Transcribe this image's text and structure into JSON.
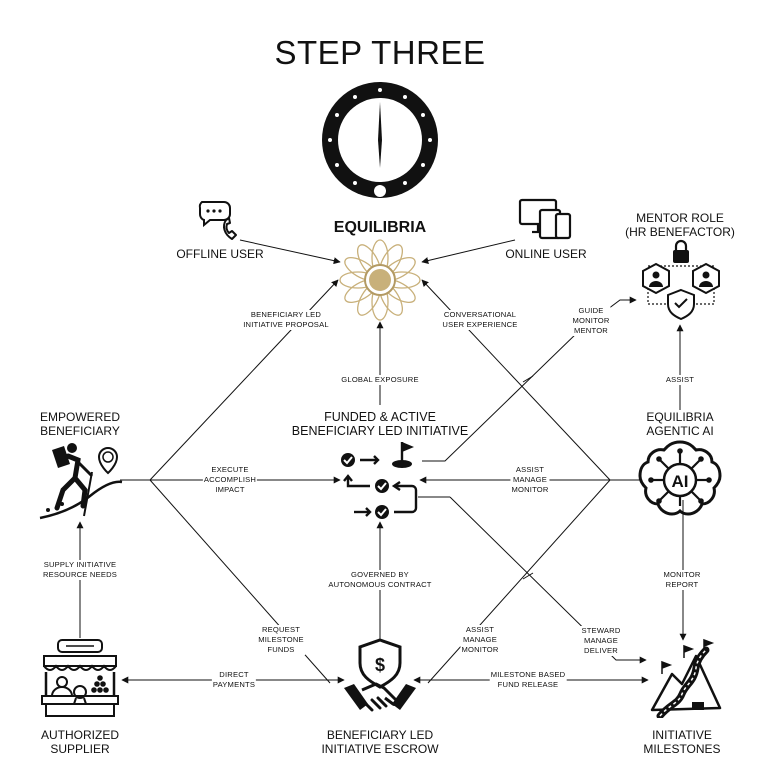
{
  "title": "STEP THREE",
  "nodes": {
    "equilibria": "EQUILIBRIA",
    "offline_user": "OFFLINE USER",
    "online_user": "ONLINE USER",
    "mentor_role": "MENTOR ROLE\n(HR BENEFACTOR)",
    "empowered_beneficiary": "EMPOWERED\nBENEFICIARY",
    "funded_initiative": "FUNDED & ACTIVE\nBENEFICIARY LED INITIATIVE",
    "agentic_ai": "EQUILIBRIA\nAGENTIC AI",
    "authorized_supplier": "AUTHORIZED\nSUPPLIER",
    "escrow": "BENEFICIARY LED\nINITIATIVE ESCROW",
    "milestones": "INITIATIVE\nMILESTONES",
    "ai_badge": "AI"
  },
  "edges": {
    "proposal": "BENEFICIARY LED\nINITIATIVE PROPOSAL",
    "conversational": "CONVERSATIONAL\nUSER EXPERIENCE",
    "guide": "GUIDE\nMONITOR\nMENTOR",
    "global_exposure": "GLOBAL EXPOSURE",
    "assist_mentor": "ASSIST",
    "execute": "EXECUTE\nACCOMPLISH\nIMPACT",
    "assist_manage": "ASSIST\nMANAGE\nMONITOR",
    "supply": "SUPPLY INITIATIVE\nRESOURCE NEEDS",
    "governed": "GOVERNED BY\nAUTONOMOUS CONTRACT",
    "monitor_report": "MONITOR\nREPORT",
    "request_funds": "REQUEST\nMILESTONE\nFUNDS",
    "assist_escrow": "ASSIST\nMANAGE\nMONITOR",
    "steward": "STEWARD\nMANAGE\nDELIVER",
    "direct_payments": "DIRECT\nPAYMENTS",
    "fund_release": "MILESTONE BASED\nFUND RELEASE"
  },
  "colors": {
    "ink": "#111111",
    "gold": "#c8b07a",
    "gold_dark": "#b39a63"
  }
}
